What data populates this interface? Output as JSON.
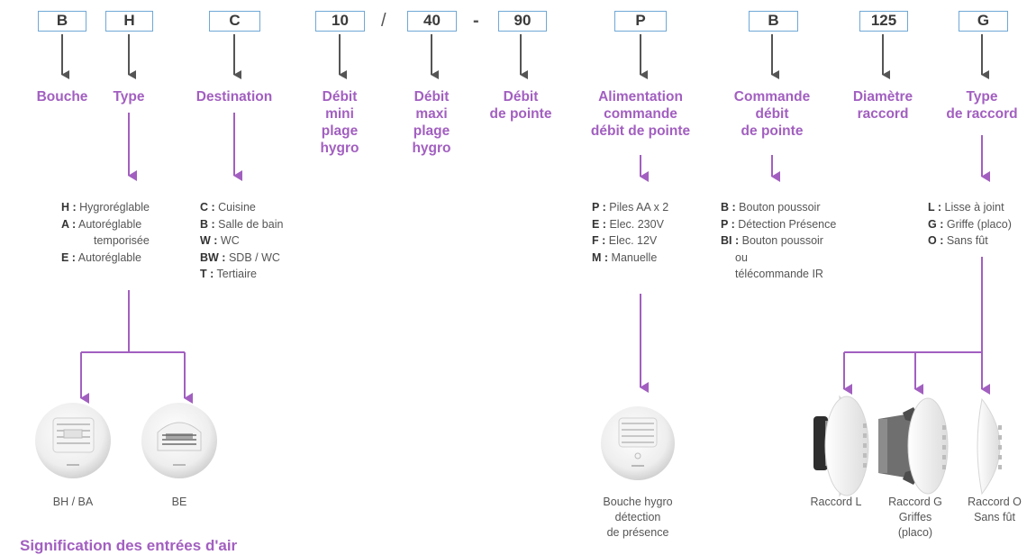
{
  "codes": [
    "B",
    "H",
    "C",
    "10",
    "40",
    "90",
    "P",
    "B",
    "125",
    "G"
  ],
  "separators": [
    "/",
    "-"
  ],
  "headings": [
    "Bouche",
    "Type",
    "Destination",
    "Débit\nmini\nplage\nhygro",
    "Débit\nmaxi\nplage\nhygro",
    "Débit\nde pointe",
    "Alimentation\ncommande\ndébit de pointe",
    "Commande\ndébit\nde pointe",
    "Diamètre\nraccord",
    "Type\nde raccord"
  ],
  "options": {
    "type": [
      {
        "key": "H :",
        "label": "Hygroréglable"
      },
      {
        "key": "A :",
        "label": "Autoréglable"
      },
      {
        "key": "",
        "label": "temporisée"
      },
      {
        "key": "E :",
        "label": "Autoréglable"
      }
    ],
    "destination": [
      {
        "key": "C :",
        "label": "Cuisine"
      },
      {
        "key": "B :",
        "label": "Salle de bain"
      },
      {
        "key": "W :",
        "label": "WC"
      },
      {
        "key": "BW :",
        "label": "SDB / WC"
      },
      {
        "key": "T :",
        "label": "Tertiaire"
      }
    ],
    "alimentation": [
      {
        "key": "P :",
        "label": "Piles AA x 2"
      },
      {
        "key": "E :",
        "label": "Elec. 230V"
      },
      {
        "key": "F :",
        "label": "Elec. 12V"
      },
      {
        "key": "M :",
        "label": "Manuelle"
      }
    ],
    "commande": [
      {
        "key": "B :",
        "label": "Bouton poussoir"
      },
      {
        "key": "P :",
        "label": "Détection Présence"
      },
      {
        "key": "BI :",
        "label": "Bouton poussoir"
      },
      {
        "key": "",
        "label": "ou"
      },
      {
        "key": "",
        "label": "télécommande IR"
      }
    ],
    "raccord": [
      {
        "key": "L :",
        "label": "Lisse à joint"
      },
      {
        "key": "G :",
        "label": "Griffe (placo)"
      },
      {
        "key": "O :",
        "label": "Sans fût"
      }
    ]
  },
  "captions": {
    "bh_ba": "BH / BA",
    "be": "BE",
    "hygro_presence": "Bouche hygro\ndétection\nde présence",
    "raccord_l": "Raccord L",
    "raccord_g": "Raccord G\nGriffes\n(placo)",
    "raccord_o": "Raccord O\nSans fût"
  },
  "footer_title": "Signification des entrées d'air",
  "colors": {
    "box_border": "#6fa8d6",
    "accent": "#a25fc0",
    "arrow_dark": "#555555"
  }
}
